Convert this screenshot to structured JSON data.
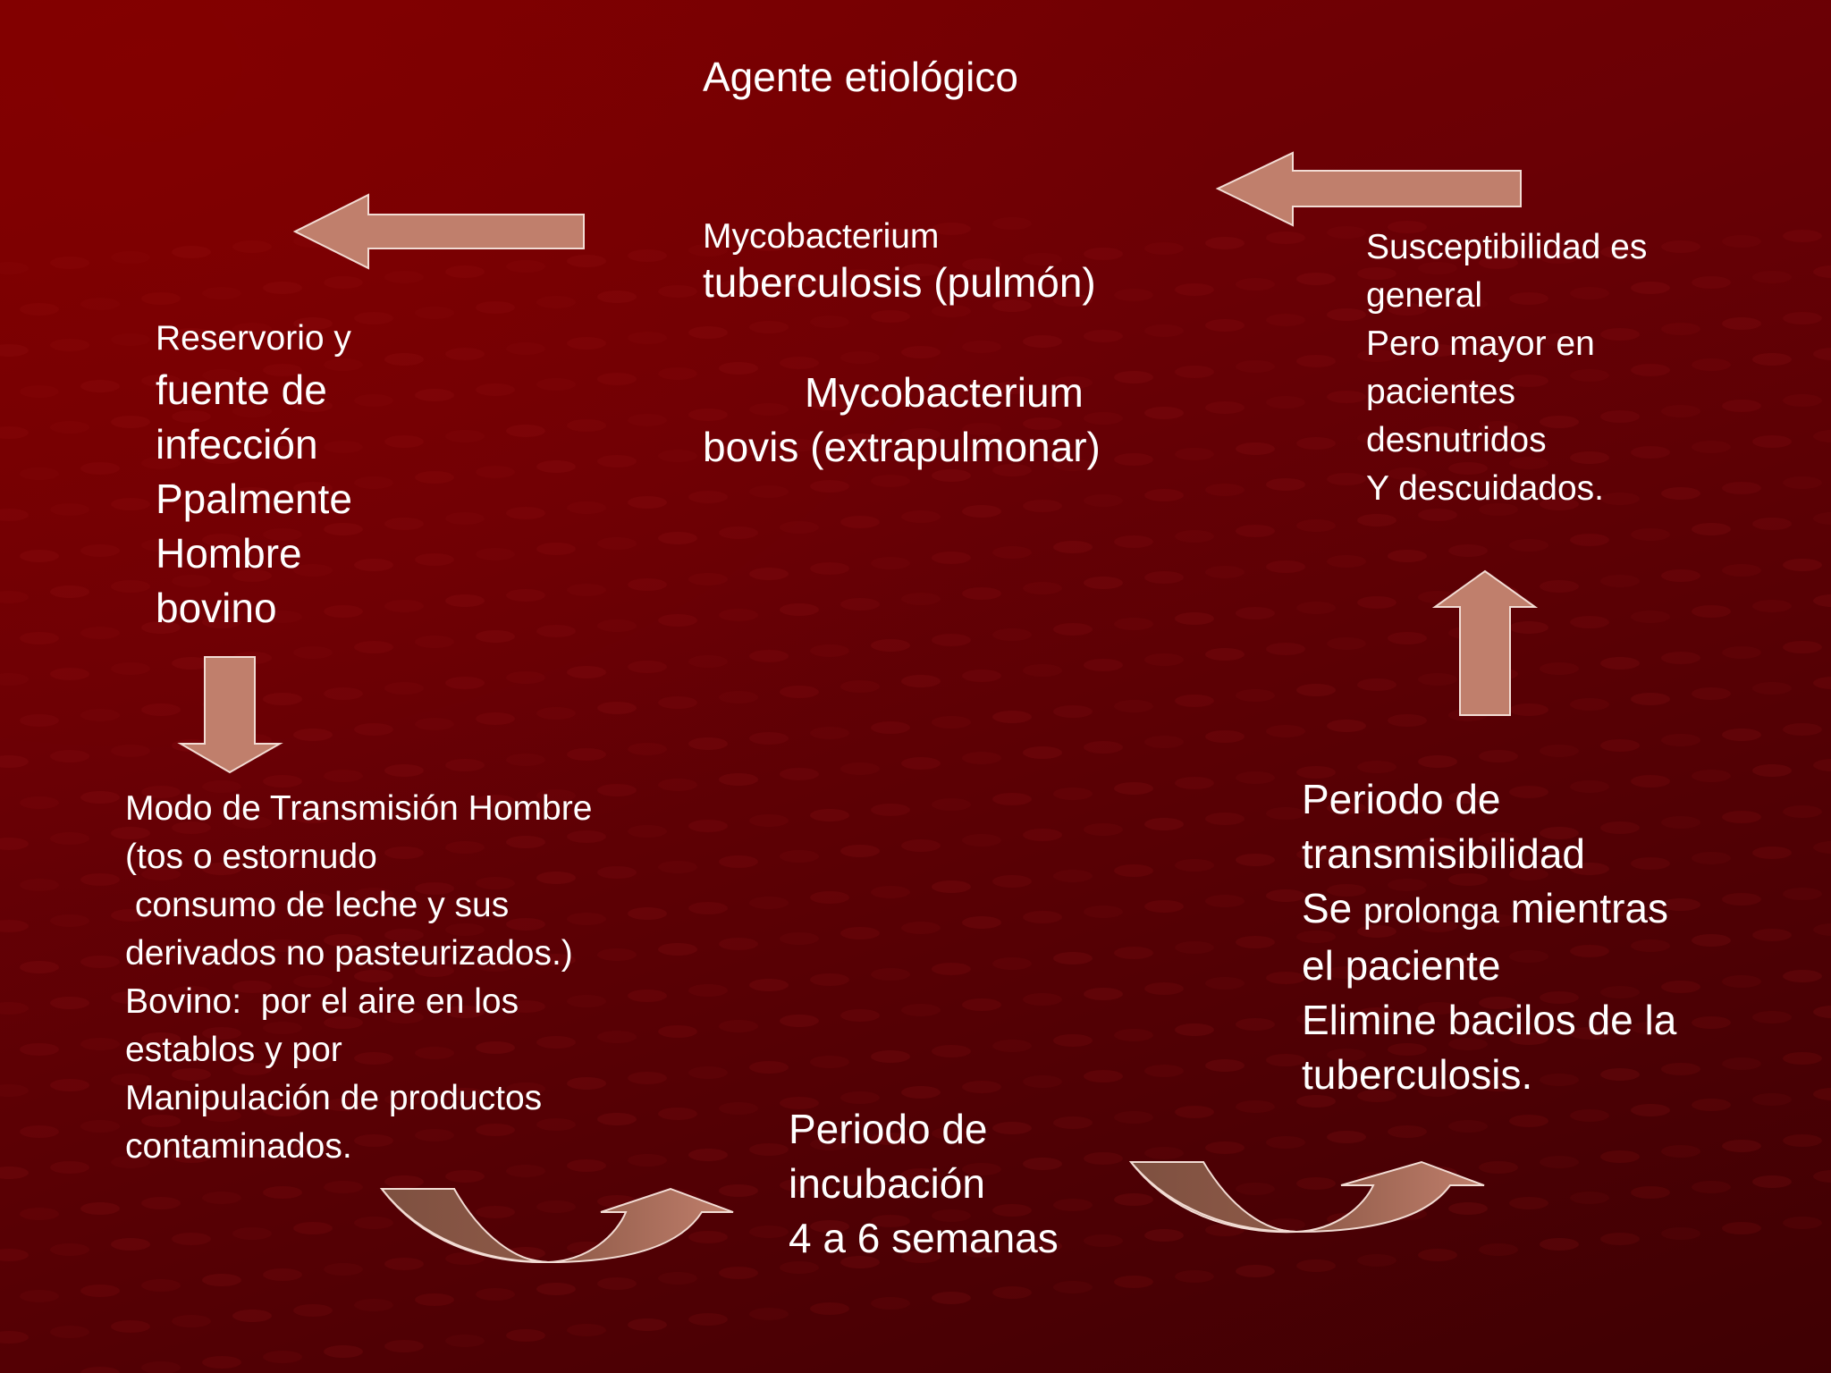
{
  "title": "Agente etiológico",
  "agent": {
    "line1": "Mycobacterium",
    "line2": "tuberculosis (pulmón)",
    "line3": "Mycobacterium",
    "line4": "bovis (extrapulmonar)"
  },
  "reservoir": {
    "line1": "Reservorio y",
    "line2": "fuente de",
    "line3": "infección",
    "line4": "Ppalmente",
    "line5": "Hombre",
    "line6": "bovino"
  },
  "susceptibility": {
    "line1": "Susceptibilidad es",
    "line2": "general",
    "line3": "Pero mayor en",
    "line4": "pacientes",
    "line5": "desnutridos",
    "line6": "Y descuidados."
  },
  "transmission": {
    "line1": "Modo de Transmisión Hombre",
    "line2": "(tos o estornudo",
    "line3": " consumo de leche y sus",
    "line4": "derivados no pasteurizados.)",
    "line5": "Bovino:  por el aire en los",
    "line6": "establos y por",
    "line7": "Manipulación de productos",
    "line8": "contaminados."
  },
  "incubation": {
    "line1": "Periodo de",
    "line2": "incubación",
    "line3": "4 a 6 semanas"
  },
  "transmissibility": {
    "line1": "Periodo de",
    "line2": "transmisibilidad",
    "line3a": "Se ",
    "line3b": "prolonga",
    "line3c": " mientras",
    "line4": "el paciente",
    "line5": "Elimine bacilos de la",
    "line6": "tuberculosis."
  },
  "colors": {
    "arrow_fill": "#c07f6c",
    "arrow_stroke": "#f2dcd4",
    "arrow_dark": "#7e5040",
    "background": "#6a0005",
    "text": "#ffffff"
  }
}
